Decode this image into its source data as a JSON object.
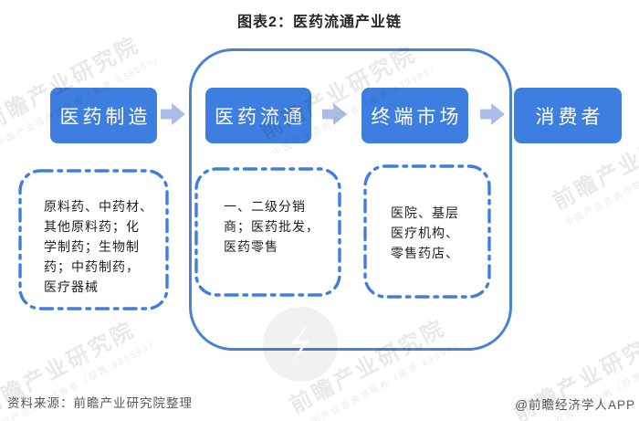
{
  "title": "图表2：医药流通产业链",
  "chain": {
    "nodes": [
      {
        "label": "医药制造"
      },
      {
        "label": "医药流通"
      },
      {
        "label": "终端市场"
      },
      {
        "label": "消费者"
      }
    ],
    "details": [
      {
        "text": "原料药、中药材、\n其他原料药；化\n学制药；生物制\n药；中药制药，\n医疗器械"
      },
      {
        "text": "一、二级分销\n商；医药批发，\n医药零售"
      },
      {
        "text": "医院、基层\n医疗机构、\n零售药店、"
      }
    ]
  },
  "footer": {
    "source": "资料来源：前瞻产业研究院整理",
    "credit": "@前瞻经济学人APP"
  },
  "watermark": {
    "brand": "前瞻产业研究院",
    "tagline": "中国产业咨询领导者（股票:839599）",
    "logo_glyph": "⚡"
  },
  "colors": {
    "node_fill": "#3d7ee0",
    "node_text": "#ffffff",
    "arrow": "#a9bde6",
    "container_border": "#4a82d9",
    "dashed_border": "#3d7ee0",
    "title_text": "#262626",
    "footer_text": "#595959"
  }
}
